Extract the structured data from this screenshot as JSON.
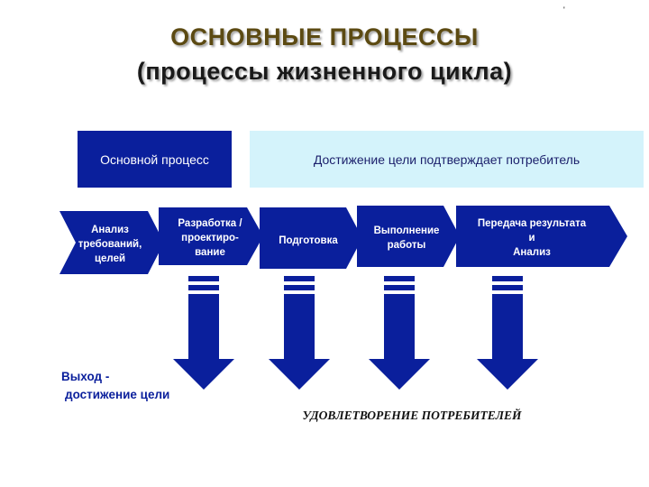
{
  "title": {
    "line1": "ОСНОВНЫЕ ПРОЦЕССЫ",
    "line2": "(процессы жизненного цикла)"
  },
  "corner_mark": "'",
  "header": {
    "main_process": "Основной процесс",
    "goal_statement": "Достижение цели подтверждает потребитель"
  },
  "steps": [
    {
      "lines": [
        "Анализ",
        "требований,",
        "целей"
      ]
    },
    {
      "lines": [
        "Разработка /",
        "проектиро-",
        "вание"
      ]
    },
    {
      "lines": [
        "Подготовка"
      ]
    },
    {
      "lines": [
        "Выполнение",
        "работы"
      ]
    },
    {
      "lines": [
        "Передача результата",
        "и",
        "Анализ"
      ]
    }
  ],
  "output": {
    "line1": "Выход -",
    "line2": "достижение цели"
  },
  "result": "УДОВЛЕТВОРЕНИЕ ПОТРЕБИТЕЛЕЙ",
  "colors": {
    "primary_blue": "#0a1f9c",
    "light_cyan": "#d4f3fb",
    "title_brown": "#5c4a12"
  }
}
